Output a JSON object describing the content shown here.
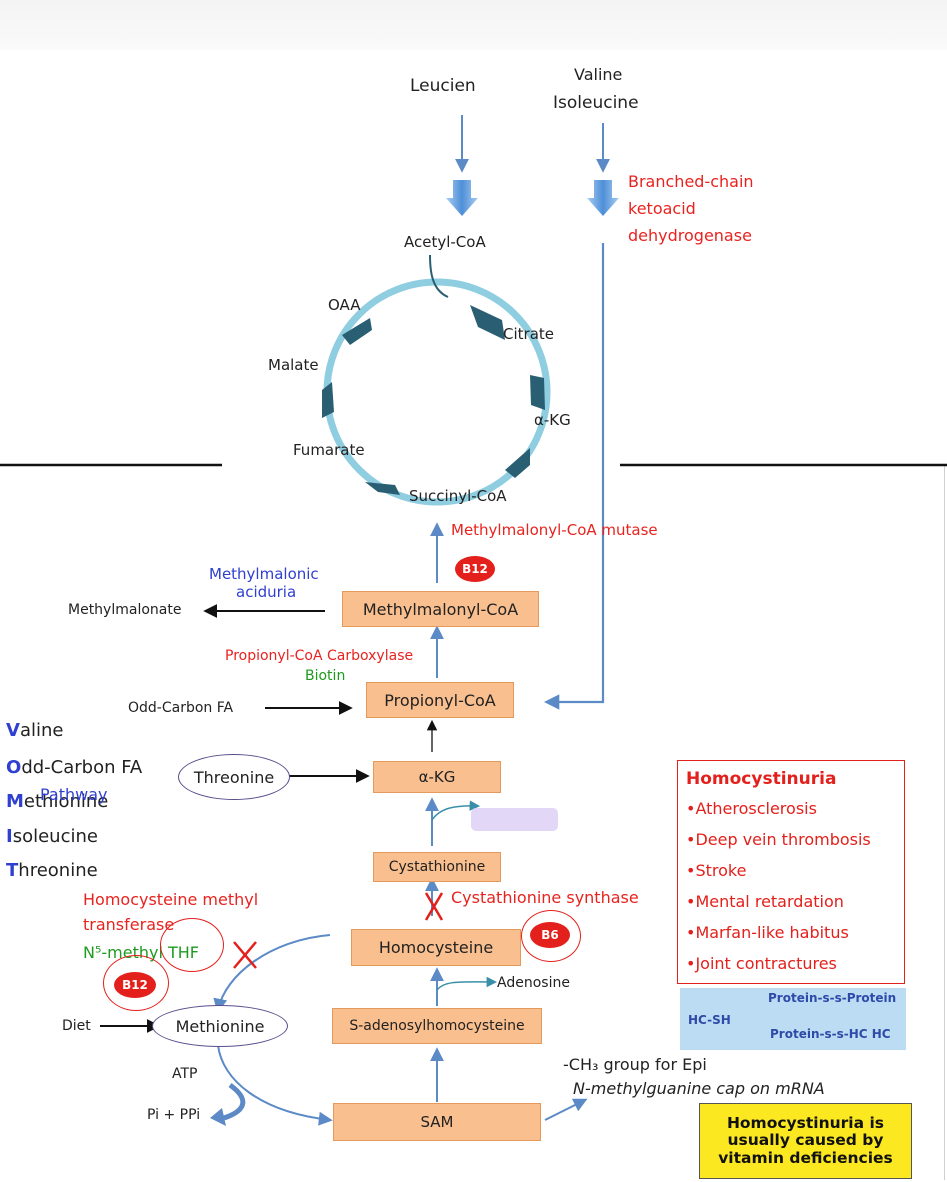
{
  "top": {
    "leucine": "Leucien",
    "valine": "Valine",
    "isoleucine": "Isoleucine",
    "enzyme_line1": "Branched-chain",
    "enzyme_line2": "ketoacid",
    "enzyme_line3": "dehydrogenase",
    "acetyl_coa": "Acetyl-CoA"
  },
  "tca_cycle": {
    "oaa": "OAA",
    "citrate": "Citrate",
    "malate": "Malate",
    "akg": "α-KG",
    "fumarate": "Fumarate",
    "succinyl_coa": "Succinyl-CoA"
  },
  "pathway": {
    "mutase": "Methylmalonyl-CoA mutase",
    "b12": "B12",
    "aciduria_line1": "Methylmalonic",
    "aciduria_line2": "aciduria",
    "methylmalonate": "Methylmalonate",
    "methylmalonyl_coa": "Methylmalonyl-CoA",
    "carboxylase": "Propionyl-CoA Carboxylase",
    "biotin": "Biotin",
    "odd_carbon_fa": "Odd-Carbon FA",
    "propionyl_coa": "Propionyl-CoA",
    "threonine": "Threonine",
    "akg_box": "α-KG",
    "cystathionine": "Cystathionine",
    "cys_synthase": "Cystathionine synthase",
    "b6": "B6",
    "homocysteine": "Homocysteine",
    "hmt_line1": "Homocysteine methyl",
    "hmt_line2": "transferase",
    "n5_thf": "N⁵-methyl THF",
    "b12_left": "B12",
    "adenosine": "Adenosine",
    "sah": "S-adenosylhomocysteine",
    "diet": "Diet",
    "methionine": "Methionine",
    "atp": "ATP",
    "pi_ppi": "Pi + PPi",
    "sam": "SAM",
    "ch3_line": "-CH₃ group for Epi",
    "cap_line": "N-methylguanine cap on mRNA"
  },
  "mnemonic": {
    "v_letter": "V",
    "v_rest": "aline",
    "o_letter": "O",
    "o_rest": "dd-Carbon FA",
    "m_letter": "M",
    "m_rest": "ethionine",
    "m_overlay": "Pathway",
    "i_letter": "I",
    "i_rest": "soleucine",
    "t_letter": "T",
    "t_rest": "hreonine"
  },
  "homocystinuria": {
    "title": "Homocystinuria",
    "items": [
      "•Atherosclerosis",
      "•Deep vein thrombosis",
      "•Stroke",
      "•Mental retardation",
      "•Marfan-like habitus",
      "•Joint contractures"
    ]
  },
  "protein_diagram": {
    "top": "Protein-s-s-Protein",
    "hc_sh": "HC-SH",
    "bottom": "Protein-s-s-HC HC"
  },
  "callout": "Homocystinuria is\nusually caused by\nvitamin deficiencies",
  "colors": {
    "enzyme_red": "#e8231f",
    "cofactor_blue": "#2f3fd0",
    "biotin_green": "#1e9a1e",
    "box_fill": "#f9bf8f",
    "cycle_ring": "#8fcde0",
    "cycle_arrow": "#2a5f73",
    "arrow_blue": "#5b8ac6",
    "callout_yellow": "#fbe820"
  }
}
